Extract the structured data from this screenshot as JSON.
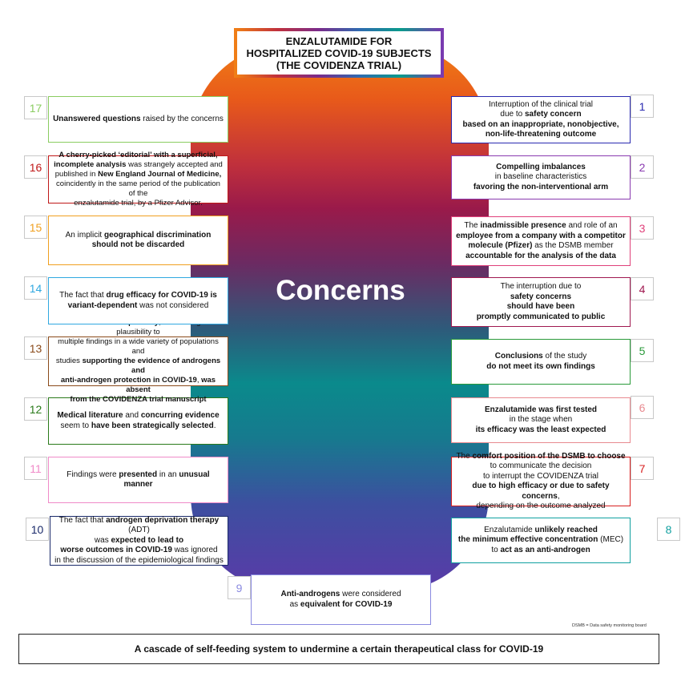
{
  "title": "ENZALUTAMIDE FOR\nHOSPITALIZED COVID-19 SUBJECTS\n(THE COVIDENZA TRIAL)",
  "center_label": "Concerns",
  "footnote": "DSMB = Data safety monitoring board",
  "bottom_banner": "A cascade of self-feeding system to undermine a certain therapeutical class for COVID-19",
  "colors": {
    "c1": "#2a2ab0",
    "c2": "#8a3ab0",
    "c3": "#e0407a",
    "c4": "#a01850",
    "c5": "#2a9a3a",
    "c6": "#e88a90",
    "c7": "#d82020",
    "c8": "#10a0a0",
    "c9": "#8a8ae0",
    "c10": "#1a2a6a",
    "c11": "#f08ac8",
    "c12": "#2a7a1a",
    "c13": "#8a4a1a",
    "c14": "#30a8e0",
    "c15": "#f0a020",
    "c16": "#c01818",
    "c17": "#8acc60"
  },
  "concerns": [
    {
      "num": "1",
      "html": "Interruption of the clinical trial<br>due to <b>safety concern</b><br><b>based on an inappropriate, nonobjective,</b><br><b>non-life-threatening outcome</b>"
    },
    {
      "num": "2",
      "html": "<b>Compelling imbalances</b><br>in baseline characteristics<br><b>favoring the non-interventional arm</b>"
    },
    {
      "num": "3",
      "html": "The <b>inadmissible presence</b> and role of an<br><b>employee from a company with a competitor</b><br><b>molecule (Pfizer)</b> as the DSMB member<br><b>accountable for the analysis of the data</b>"
    },
    {
      "num": "4",
      "html": "The interruption due to<br><b>safety concerns</b><br><b>should have been</b><br><b>promptly communicated to public</b>"
    },
    {
      "num": "5",
      "html": "<b>Conclusions</b> of the study<br><b>do not meet its own findings</b>"
    },
    {
      "num": "6",
      "html": "<b>Enzalutamide was first tested</b><br>in the stage when<br><b>its efficacy was the least expected</b>"
    },
    {
      "num": "7",
      "html": "The <b>comfort position of the DSMB to choose</b><br>to communicate the decision<br>to interrupt the COVIDENZA trial<br><b>due to high efficacy or due to safety concerns</b>,<br>depending on the outcome analyzed"
    },
    {
      "num": "8",
      "html": "Enzalutamide <b>unlikely reached</b><br><b>the minimum effective concentration</b> (MEC)<br>to <b>act as an anti-androgen</b>"
    },
    {
      "num": "9",
      "html": "<b>Anti-androgens</b> were considered<br>as <b>equivalent for COVID-19</b>"
    },
    {
      "num": "10",
      "html": "The fact that <b>androgen deprivation therapy</b> (ADT)<br>was <b>expected to lead to</b><br><b>worse outcomes in COVID-19</b> was ignored<br>in the discussion of the epidemiological findings"
    },
    {
      "num": "11",
      "html": "Findings were <b>presented</b> in an <b>unusual manner</b>"
    },
    {
      "num": "12",
      "html": "<b>Medical literature</b> and <b>concurring evidence</b><br>seem to <b>have been strategically selected</b>."
    },
    {
      "num": "13",
      "html": "The <b>full scientific pathway</b>, from biological plausibility to<br>multiple findings in a wide variety of populations and<br>studies <b>supporting the evidence of androgens and</b><br><b>anti-androgen protection in COVID-19</b>, <b>was absent</b><br><b>from the COVIDENZA trial manuscript</b>"
    },
    {
      "num": "14",
      "html": "The fact that <b>drug efficacy for COVID-19 is</b><br><b>variant-dependent</b> was not considered"
    },
    {
      "num": "15",
      "html": "An implicit <b>geographical discrimination</b><br><b>should not be discarded</b>"
    },
    {
      "num": "16",
      "html": "<b>A cherry-picked ‘editorial’ with a superficial,</b><br><b>incomplete analysis</b> was strangely accepted and<br>published in <b>New England Journal of Medicine,</b><br>coincidently in the same period of the publication of the<br>enzalutamide trial, by a Pfizer Advisor."
    },
    {
      "num": "17",
      "html": "<b>Unanswered questions</b> raised by the concerns"
    }
  ]
}
